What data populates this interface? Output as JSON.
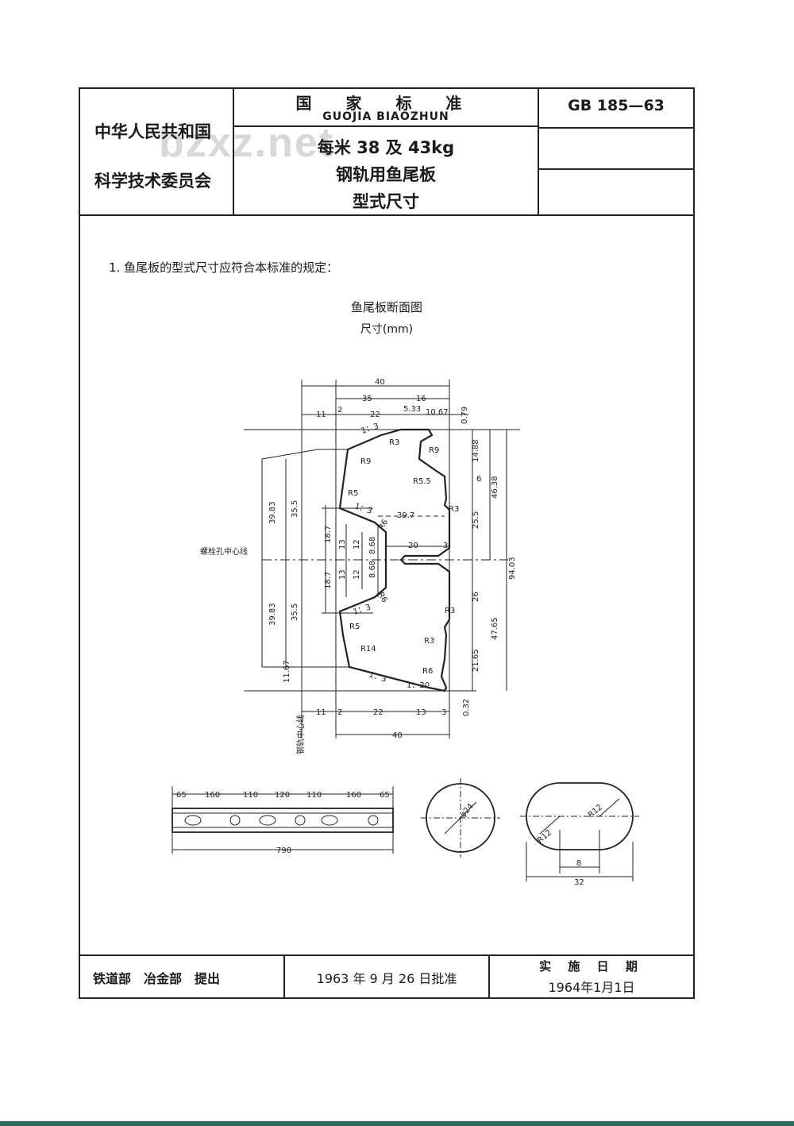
{
  "header": {
    "left_line1": "中华人民共和国",
    "left_line2": "科学技术委员会",
    "title_cn": "国 家 标 准",
    "title_pinyin": "GUOJIA BIAOZHUN",
    "subtitle1": "每米 38 及 43kg",
    "subtitle2": "钢轨用鱼尾板",
    "subtitle3": "型式尺寸",
    "code": "GB 185—63"
  },
  "watermark": "bzxz.net",
  "body": {
    "clause": "1. 鱼尾板的型式尺寸应符合本标准的规定：",
    "figure_title": "鱼尾板断面图",
    "figure_unit": "尺寸(mm)"
  },
  "drawing": {
    "dims_top": [
      "40",
      "35",
      "16",
      "11",
      "2",
      "22",
      "5.33",
      "10.67",
      "0.79"
    ],
    "dims_bottom": [
      "11",
      "2",
      "22",
      "13",
      "3",
      "40",
      "0.32"
    ],
    "dims_left": [
      "39.83",
      "35.5",
      "18.7",
      "13",
      "12",
      "8.68",
      "8.68",
      "12",
      "13",
      "18.7",
      "35.5",
      "39.83",
      "11.67"
    ],
    "dims_right": [
      "14.88",
      "6",
      "46.38",
      "25.5",
      "94.03",
      "26",
      "47.65",
      "21.65"
    ],
    "radii": [
      "R9",
      "R3",
      "R9",
      "R5.5",
      "R5",
      "R3",
      "R6",
      "R6",
      "R5",
      "R3",
      "R3",
      "R14",
      "R6"
    ],
    "slopes": [
      "1：3",
      "1：3",
      "1：3",
      "1：3",
      "1：20"
    ],
    "inner_dims": [
      "39.7",
      "20",
      "3"
    ],
    "label_bolt_center": "螺栓孔中心线",
    "label_rail_center": "钢轨中心线",
    "plate_dims": [
      "65",
      "160",
      "110",
      "120",
      "110",
      "160",
      "65"
    ],
    "plate_total": "790",
    "hole_diameter": "φ24",
    "slot_radius_a": "R12",
    "slot_radius_b": "R12",
    "slot_inner": "8",
    "slot_total": "32"
  },
  "footer": {
    "proposers": "铁道部　冶金部　提出",
    "approval": "1963 年 9 月 26 日批准",
    "effective_label": "实 施 日 期",
    "effective_date": "1964年1月1日"
  }
}
